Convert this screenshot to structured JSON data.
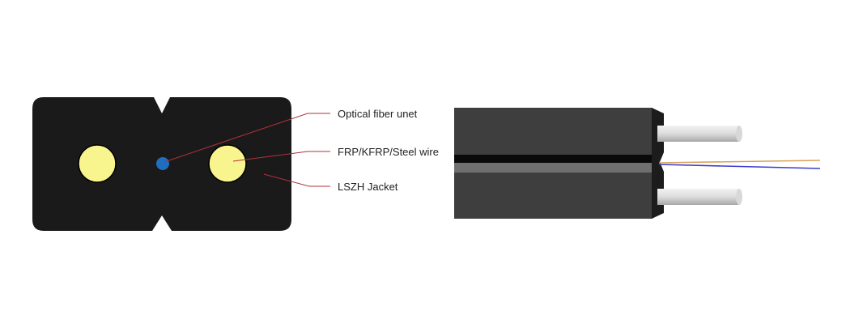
{
  "labels": {
    "fiber": "Optical fiber unet",
    "strength": "FRP/KFRP/Steel wire",
    "jacket": "LSZH Jacket"
  },
  "colors": {
    "jacket": "#1a1a1a",
    "strength_member": "#f9f58e",
    "fiber": "#1f6fc0",
    "leader_line": "#b0323a",
    "side_body": "#3e3e3e",
    "fiber_orange": "#d9a25a",
    "fiber_blue": "#3a3ad0"
  }
}
